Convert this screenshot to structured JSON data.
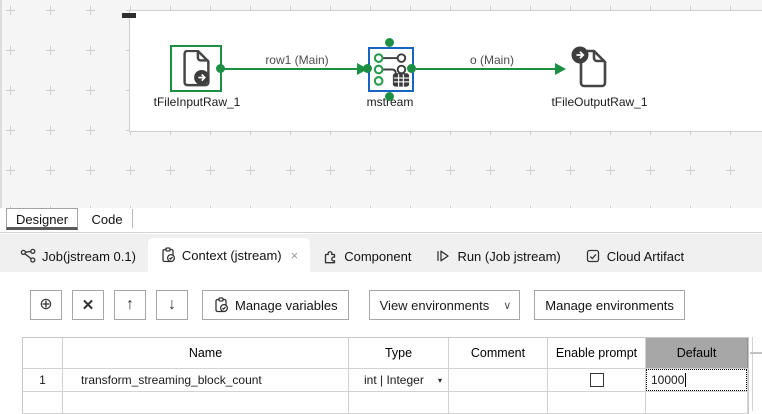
{
  "canvas": {
    "components": [
      {
        "label": "tFileInputRaw_1"
      },
      {
        "label": "mstream"
      },
      {
        "label": "tFileOutputRaw_1"
      }
    ],
    "connections": [
      {
        "label": "row1 (Main)"
      },
      {
        "label": "o (Main)"
      }
    ]
  },
  "editor_tabs": [
    {
      "label": "Designer"
    },
    {
      "label": "Code"
    }
  ],
  "view_tabs": [
    {
      "label": "Job(jstream 0.1)",
      "icon": "job-icon"
    },
    {
      "label": "Context (jstream)",
      "icon": "context-icon",
      "close": "×"
    },
    {
      "label": "Component",
      "icon": "component-icon"
    },
    {
      "label": "Run (Job jstream)",
      "icon": "run-icon"
    },
    {
      "label": "Cloud Artifact",
      "icon": "cloud-artifact-icon"
    }
  ],
  "toolbar": {
    "add_label": "⊕",
    "delete_label": "✕",
    "up_label": "↑",
    "down_label": "↓",
    "manage_variables_label": "Manage variables",
    "view_environments_value": "View environments",
    "view_environments_chevron": "∨",
    "manage_environments_label": "Manage environments"
  },
  "context_table": {
    "headers": {
      "row_num": "",
      "name": "Name",
      "type": "Type",
      "comment": "Comment",
      "enable_prompt": "Enable prompt",
      "default": "Default"
    },
    "rows": [
      {
        "num": "1",
        "name": "transform_streaming_block_count",
        "type": "int | Integer",
        "type_arrow": "▾",
        "comment": "",
        "enable_prompt_checked": false,
        "default": "10000"
      }
    ]
  },
  "colors": {
    "connection_green": "#1d8f44",
    "selection_blue": "#1565c0",
    "selected_header_bg": "#a7a7a7"
  }
}
